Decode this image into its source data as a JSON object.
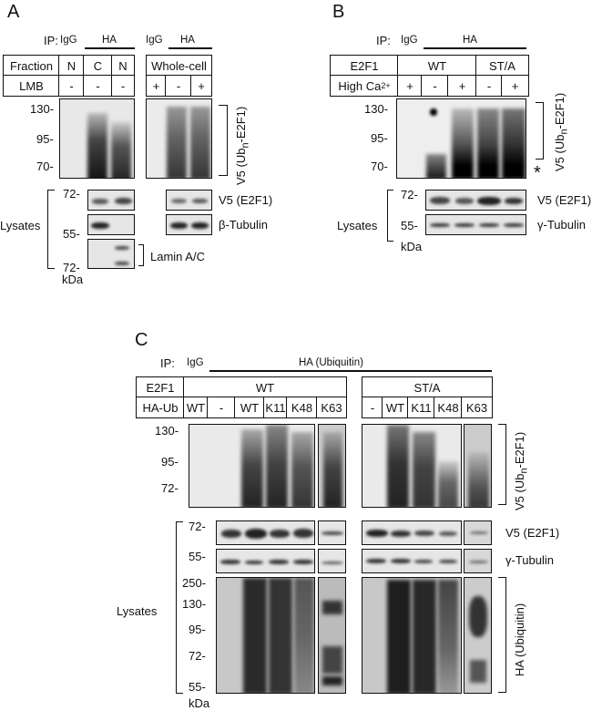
{
  "panel_a": {
    "letter": "A",
    "ip": "IP:",
    "igg": "IgG",
    "ha": "HA",
    "fraction_label": "Fraction",
    "fractions": [
      "N",
      "C",
      "N"
    ],
    "whole_cell": "Whole-cell",
    "lmb_label": "LMB",
    "lmb_left": [
      "-",
      "-",
      "-"
    ],
    "lmb_right": [
      "+",
      "-",
      "+"
    ],
    "mw": [
      "130-",
      "95-",
      "70-"
    ],
    "ub_pre": "V5 (Ub",
    "ub_sub": "n",
    "ub_post": "-E2F1)",
    "lys_mw": [
      "72-",
      "55-",
      "72-"
    ],
    "kda": "kDa",
    "lysates": "Lysates",
    "v5": "V5 (E2F1)",
    "tubulin": "β-Tubulin",
    "lamin": "Lamin A/C"
  },
  "panel_b": {
    "letter": "B",
    "ip": "IP:",
    "igg": "IgG",
    "ha": "HA",
    "e2f1_label": "E2F1",
    "groups": [
      "WT",
      "ST/A"
    ],
    "ca_label": "High Ca",
    "ca_sup": "2+",
    "ca": [
      "+",
      "-",
      "+",
      "-",
      "+"
    ],
    "mw": [
      "130-",
      "95-",
      "70-"
    ],
    "asterisk": "*",
    "ub_pre": "V5 (Ub",
    "ub_sub": "n",
    "ub_post": "-E2F1)",
    "lys_mw": [
      "72-",
      "55-"
    ],
    "kda": "kDa",
    "lysates": "Lysates",
    "v5": "V5 (E2F1)",
    "tubulin": "γ-Tubulin"
  },
  "panel_c": {
    "letter": "C",
    "ip": "IP:",
    "igg": "IgG",
    "ha": "HA (Ubiquitin)",
    "e2f1_label": "E2F1",
    "groups": [
      "WT",
      "ST/A"
    ],
    "haub_label": "HA-Ub",
    "wt_lanes": [
      "WT",
      "-",
      "WT",
      "K11",
      "K48",
      "K63"
    ],
    "sta_lanes": [
      "-",
      "WT",
      "K11",
      "K48",
      "K63"
    ],
    "mw": [
      "130-",
      "95-",
      "72-"
    ],
    "ub_pre": "V5 (Ub",
    "ub_sub": "n",
    "ub_post": "-E2F1)",
    "lys_mw": [
      "72-",
      "55-",
      "250-",
      "130-",
      "95-",
      "72-",
      "55-"
    ],
    "kda": "kDa",
    "lysates": "Lysates",
    "v5": "V5 (E2F1)",
    "tubulin": "γ-Tubulin",
    "ha_ub": "HA (Ubiquitin)"
  }
}
